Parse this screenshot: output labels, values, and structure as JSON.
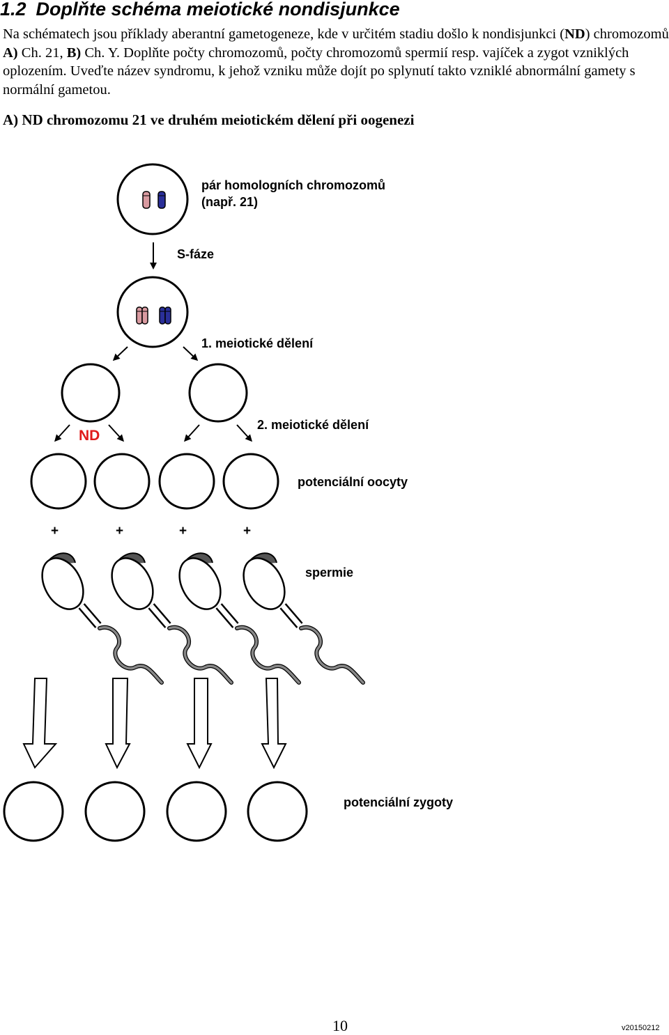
{
  "heading": {
    "number": "1.2",
    "title": "Doplňte schéma meiotické nondisjunkce"
  },
  "intro": {
    "p1": "Na schématech jsou příklady aberantní gametogeneze, kde v určitém stadiu došlo k nondisjunkci (",
    "nd": "ND",
    "p2": ") chromozomů ",
    "a": "A)",
    "p3": " Ch. 21, ",
    "b": "B)",
    "p4": " Ch. Y. Doplňte počty chromozomů, počty chromozomů spermií resp. vajíček a zygot vzniklých oplozením. Uveďte název syndromu, k jehož vzniku může dojít po splynutí takto vzniklé abnormální gamety s normální gametou."
  },
  "subheading": "A) ND chromozomu 21 ve druhém meiotickém dělení při oogenezi",
  "labels": {
    "homolog_pair": "pár homologních chromozomů",
    "homolog_pair_example": "(např. 21)",
    "s_phase": "S-fáze",
    "meiosis1": "1. meiotické dělení",
    "nd": "ND",
    "meiosis2": "2. meiotické dělení",
    "oocytes": "potenciální oocyty",
    "sperm": "spermie",
    "zygotes": "potenciální zygoty"
  },
  "plus_signs": [
    "+",
    "+",
    "+",
    "+"
  ],
  "colors": {
    "chromosome_pink": "#d99aa0",
    "chromosome_blue": "#2a2f99",
    "nd_red": "#e01b1b",
    "sperm_tail": "#888888"
  },
  "footer": {
    "page_number": "10",
    "version": "v20150212"
  }
}
